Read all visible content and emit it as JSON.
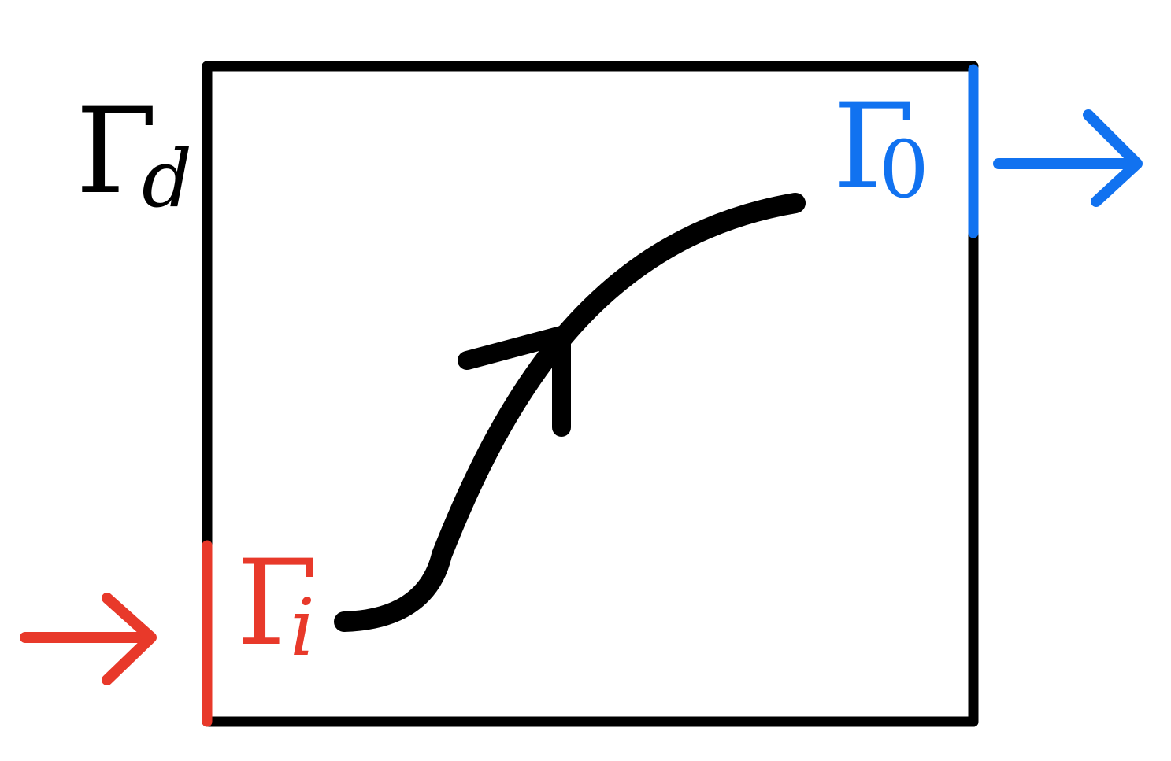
{
  "labels": {
    "gamma_d": {
      "main": "Γ",
      "sub": "d"
    },
    "gamma_0": {
      "main": "Γ",
      "sub": "0"
    },
    "gamma_i": {
      "main": "Γ",
      "sub": "i"
    }
  },
  "colors": {
    "wall": "#000000",
    "inlet": "#e8392a",
    "outlet": "#1172f0",
    "path": "#000000"
  }
}
